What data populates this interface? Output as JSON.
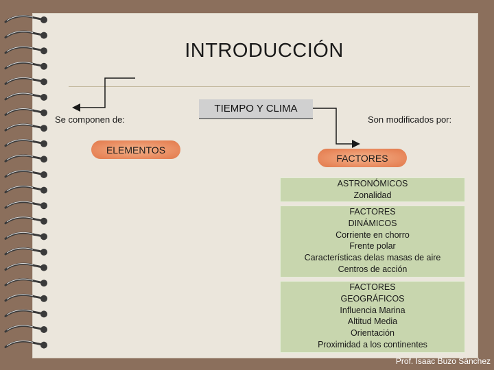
{
  "title": "INTRODUCCIÓN",
  "main_box": "TIEMPO Y CLIMA",
  "left_label": "Se componen de:",
  "right_label": "Son modificados por:",
  "elements_pill": "ELEMENTOS",
  "factors_pill": "FACTORES",
  "factor_groups": [
    {
      "lines": [
        "ASTRONÓMICOS",
        "Zonalidad"
      ]
    },
    {
      "lines": [
        "FACTORES",
        "DINÁMICOS",
        "Corriente en chorro",
        "Frente polar",
        "Características delas masas de aire",
        "Centros de acción"
      ]
    },
    {
      "lines": [
        "FACTORES",
        "GEOGRÁFICOS",
        "Influencia Marina",
        "Altitud Media",
        "Orientación",
        "Proximidad a los continentes"
      ]
    }
  ],
  "credit": "Prof. Isaac Buzo Sánchez",
  "colors": {
    "frame": "#8b6f5c",
    "paper": "#ebe6dc",
    "green_box": "#c8d6ae",
    "pill": "#e8885c",
    "main_box": "#d0d0d0"
  }
}
